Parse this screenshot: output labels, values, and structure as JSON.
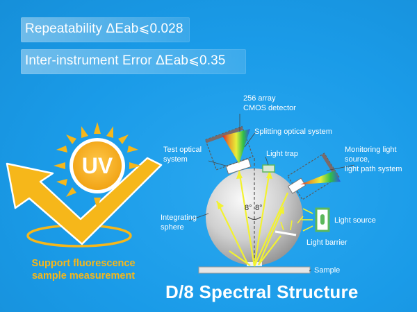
{
  "banners": {
    "repeatability": "Repeatability ΔEab⩽0.028",
    "inter_instrument": "Inter-instrument Error ΔEab⩽0.35"
  },
  "uv": {
    "badge": "UV",
    "caption_line1": "Support fluorescence",
    "caption_line2": "sample measurement"
  },
  "diagram": {
    "title": "D/8 Spectral Structure",
    "labels": {
      "cmos_line1": "256 array",
      "cmos_line2": "CMOS detector",
      "splitting": "Splitting optical system",
      "test_optical_line1": "Test optical",
      "test_optical_line2": "system",
      "light_trap": "Light trap",
      "monitoring_line1": "Monitoring light",
      "monitoring_line2": "source,",
      "monitoring_line3": "light path system",
      "angle_left": "8°",
      "angle_right": "8°",
      "integrating_line1": "Integrating",
      "integrating_line2": "sphere",
      "light_source": "Light source",
      "light_barrier": "Light barrier",
      "sample": "Sample"
    }
  },
  "colors": {
    "background": "#1a9be8",
    "accent_orange": "#f6b71a",
    "light_green": "#5cb85c",
    "beam_yellow": "#f2f230"
  }
}
